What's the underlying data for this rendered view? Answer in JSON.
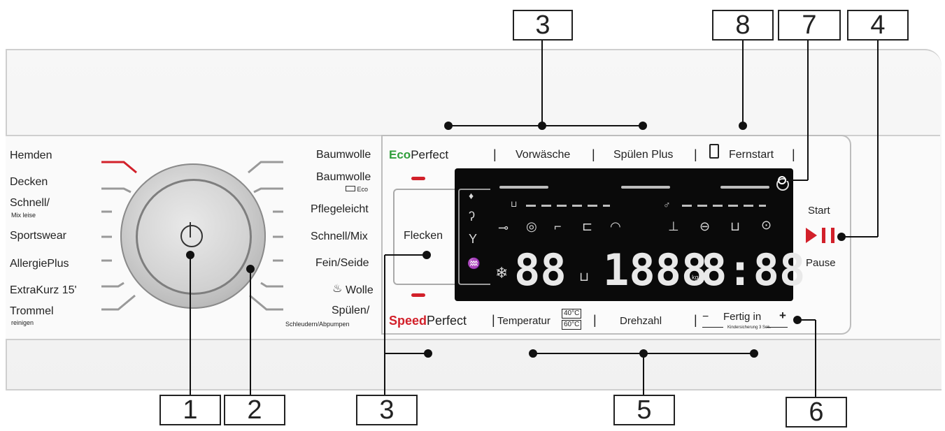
{
  "callouts": {
    "n1": "1",
    "n2": "2",
    "n3a": "3",
    "n3b": "3",
    "n4": "4",
    "n5": "5",
    "n6": "6",
    "n7": "7",
    "n8": "8"
  },
  "programs_left": [
    {
      "label": "Hemden",
      "sub": ""
    },
    {
      "label": "Decken",
      "sub": ""
    },
    {
      "label": "Schnell/",
      "sub": "Mix leise"
    },
    {
      "label": "Sportswear",
      "sub": ""
    },
    {
      "label": "AllergiePlus",
      "sub": ""
    },
    {
      "label": "ExtraKurz 15'",
      "sub": ""
    },
    {
      "label": "Trommel",
      "sub": "reinigen"
    }
  ],
  "programs_right": [
    {
      "label": "Baumwolle",
      "sub": ""
    },
    {
      "label": "Baumwolle",
      "sub": "Eco"
    },
    {
      "label": "Pflegeleicht",
      "sub": ""
    },
    {
      "label": "Schnell/Mix",
      "sub": ""
    },
    {
      "label": "Fein/Seide",
      "sub": ""
    },
    {
      "label": "Wolle",
      "sub": ""
    },
    {
      "label": "Spülen/",
      "sub": "Schleudern/Abpumpen"
    }
  ],
  "top_buttons": {
    "eco_a": "Eco",
    "eco_b": "Perfect",
    "vorwaesche": "Vorwäsche",
    "spuelen_plus": "Spülen Plus",
    "fernstart": "Fernstart"
  },
  "bottom_buttons": {
    "speed_a": "Speed",
    "speed_b": "Perfect",
    "temperatur": "Temperatur",
    "temp_40": "40°C",
    "temp_60": "60°C",
    "drehzahl": "Drehzahl",
    "fertig_in": "Fertig in",
    "minus": "−",
    "plus": "+",
    "fertig_hint": "Kindersicherung 3 Sek."
  },
  "flecken": "Flecken",
  "start": "Start",
  "pause": "Pause",
  "display": {
    "temp_digits": "88",
    "spin_digits": "1888",
    "time_digits": "8:88",
    "kg": "kg"
  },
  "colors": {
    "eco_green": "#2f9e3a",
    "speed_red": "#d2202a",
    "accent_red": "#d2202a"
  }
}
